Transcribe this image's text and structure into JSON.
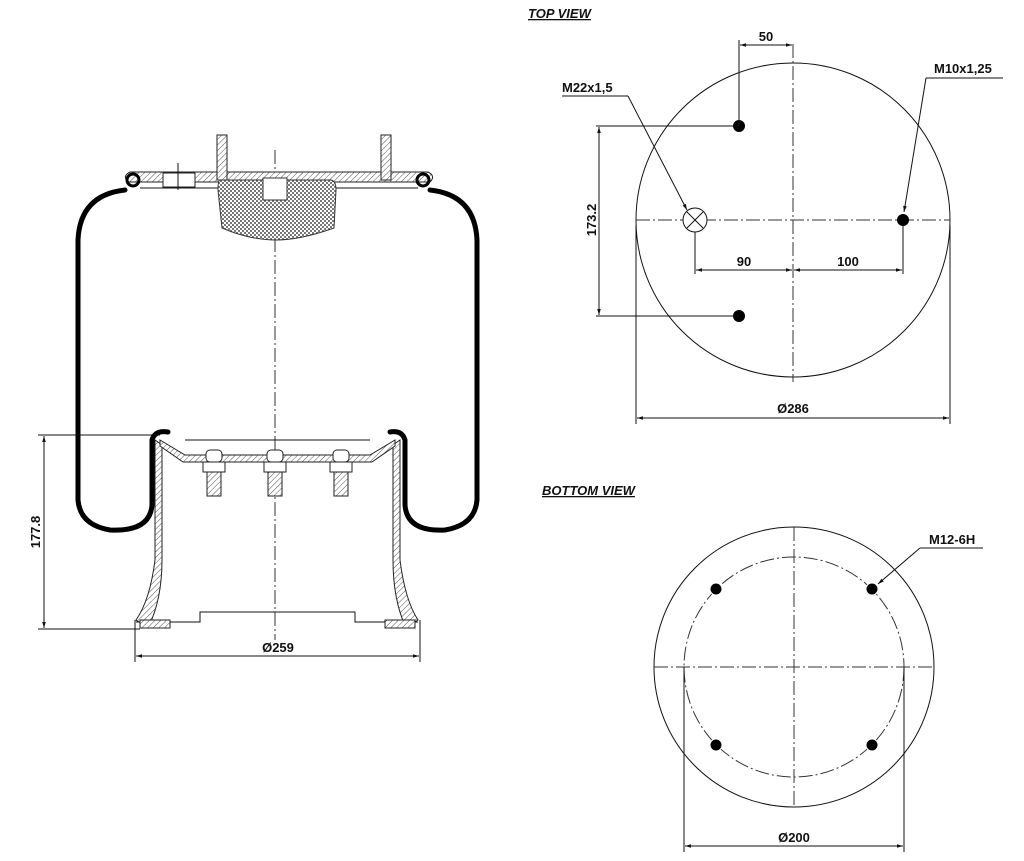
{
  "views": {
    "side": {
      "height_dim": "177.8",
      "piston_diameter_dim": "Ø259"
    },
    "top": {
      "title": "TOP VIEW",
      "offset_top_dim": "50",
      "vertical_dim": "173.2",
      "left_offset_dim": "90",
      "right_offset_dim": "100",
      "diameter_dim": "Ø286",
      "air_inlet_thread": "M22x1,5",
      "stud_thread": "M10x1,25"
    },
    "bottom": {
      "title": "BOTTOM VIEW",
      "bolt_thread": "M12-6H",
      "bolt_circle_dim": "Ø200"
    }
  },
  "colors": {
    "line": "#111111",
    "background": "#ffffff"
  }
}
